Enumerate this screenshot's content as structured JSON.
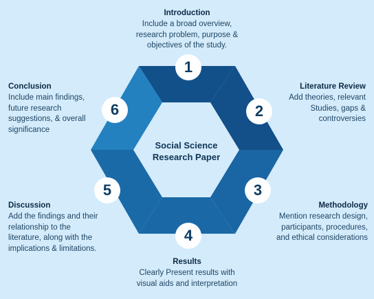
{
  "center": {
    "line1": "Social Science",
    "line2": "Research Paper"
  },
  "colors": {
    "background": "#d4ebfb",
    "dark_blue": "#12508a",
    "mid_blue": "#1a6aa6",
    "light_blue": "#2481c0",
    "text_dark": "#0c2a45"
  },
  "sections": [
    {
      "number": "1",
      "title": "Introduction",
      "description": [
        "Include a broad overview,",
        "research problem, purpose &",
        "objectives of the study."
      ]
    },
    {
      "number": "2",
      "title": "Literature Review",
      "description": [
        "Add theories, relevant",
        "Studies, gaps &",
        "controversies"
      ]
    },
    {
      "number": "3",
      "title": "Methodology",
      "description": [
        "Mention research design,",
        "participants, procedures,",
        "and ethical considerations"
      ]
    },
    {
      "number": "4",
      "title": "Results",
      "description": [
        "Clearly Present results with",
        "visual aids and interpretation"
      ]
    },
    {
      "number": "5",
      "title": "Discussion",
      "description": [
        "Add the findings and their",
        "relationship to the",
        "literature, along with the",
        "implications & limitations."
      ]
    },
    {
      "number": "6",
      "title": "Conclusion",
      "description": [
        "Include main findings,",
        "future research",
        "suggestions, & overall",
        "significance"
      ]
    }
  ]
}
